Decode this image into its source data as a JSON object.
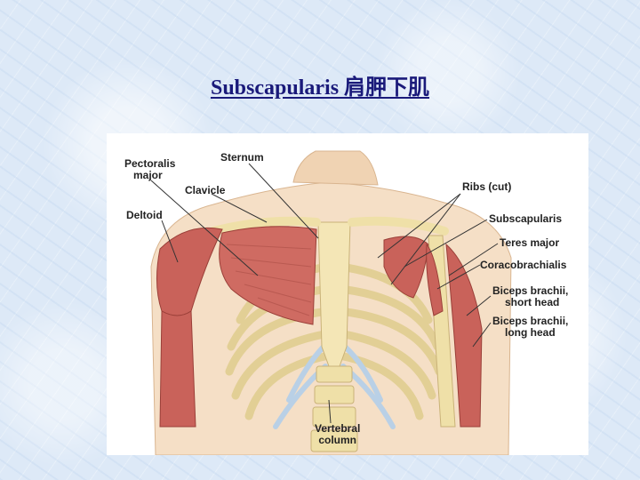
{
  "slide": {
    "title": "Subscapularis 肩胛下肌"
  },
  "figure": {
    "labels": {
      "pectoralis_major": [
        "Pectoralis",
        "major"
      ],
      "sternum": "Sternum",
      "clavicle": "Clavicle",
      "deltoid": "Deltoid",
      "ribs_cut": "Ribs (cut)",
      "subscapularis": "Subscapularis",
      "teres_major": "Teres major",
      "coracobrachialis": "Coracobrachialis",
      "biceps_short": [
        "Biceps brachii,",
        "short head"
      ],
      "biceps_long": [
        "Biceps brachii,",
        "long head"
      ],
      "vertebral_column": [
        "Vertebral",
        "column"
      ]
    },
    "colors": {
      "muscle": "#c9625a",
      "bone": "#f2e4b0",
      "cartilage": "#b9d0e6",
      "skin": "#f3d9bf"
    }
  }
}
